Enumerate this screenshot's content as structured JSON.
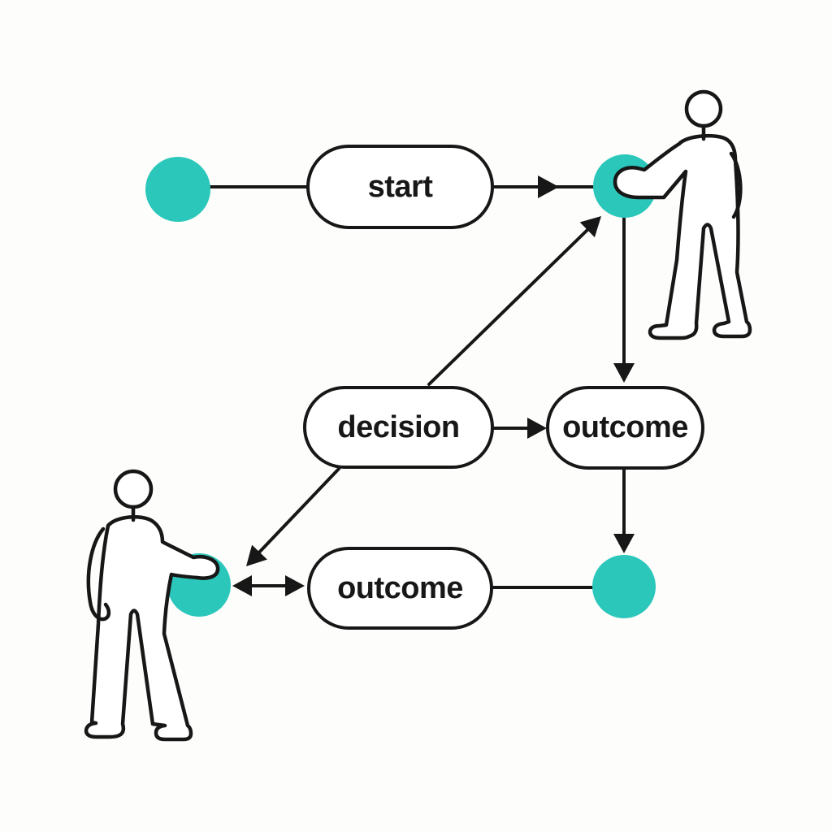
{
  "diagram": {
    "palette": {
      "accent": "#2ac7ba",
      "stroke": "#171717",
      "node_fill": "#ffffff",
      "background": "#fdfdfb"
    },
    "nodes": [
      {
        "id": "start",
        "shape": "pill",
        "label": "start"
      },
      {
        "id": "decision",
        "shape": "pill",
        "label": "decision"
      },
      {
        "id": "outcome_right",
        "shape": "pill",
        "label": "outcome"
      },
      {
        "id": "outcome_bottom",
        "shape": "pill",
        "label": "outcome"
      }
    ],
    "terminals": [
      {
        "id": "terminal_top_left",
        "shape": "filled-circle",
        "color": "#2ac7ba"
      },
      {
        "id": "terminal_top_right",
        "shape": "filled-circle",
        "color": "#2ac7ba"
      },
      {
        "id": "terminal_bottom_right",
        "shape": "filled-circle",
        "color": "#2ac7ba"
      },
      {
        "id": "terminal_bottom_left",
        "shape": "filled-circle",
        "color": "#2ac7ba"
      }
    ],
    "figures": [
      {
        "id": "person_top_right",
        "kind": "outline-person-icon",
        "touching": "terminal_top_right"
      },
      {
        "id": "person_bottom_left",
        "kind": "outline-person-icon",
        "touching": "terminal_bottom_left"
      }
    ],
    "edges": [
      {
        "from": "terminal_top_left",
        "to": "start",
        "arrow": "none"
      },
      {
        "from": "start",
        "to": "terminal_top_right",
        "arrow": "end"
      },
      {
        "from": "decision",
        "to": "terminal_top_right",
        "arrow": "end"
      },
      {
        "from": "terminal_top_right",
        "to": "outcome_right",
        "arrow": "end"
      },
      {
        "from": "decision",
        "to": "outcome_right",
        "arrow": "end"
      },
      {
        "from": "outcome_right",
        "to": "terminal_bottom_right",
        "arrow": "end"
      },
      {
        "from": "decision",
        "to": "terminal_bottom_left",
        "arrow": "end"
      },
      {
        "from": "terminal_bottom_left",
        "to": "outcome_bottom",
        "arrow": "both"
      },
      {
        "from": "outcome_bottom",
        "to": "terminal_bottom_right",
        "arrow": "none"
      }
    ]
  }
}
